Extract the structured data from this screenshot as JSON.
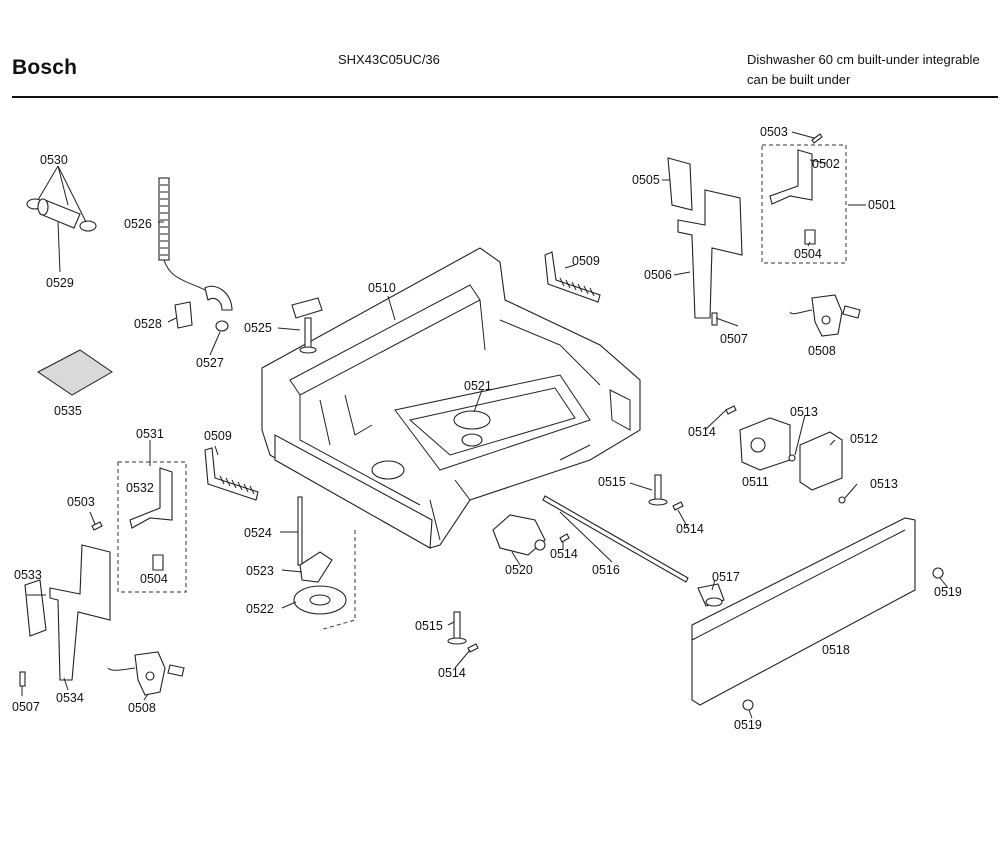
{
  "header": {
    "brand": "Bosch",
    "model": "SHX43C05UC/36",
    "description_line1": "Dishwasher 60 cm built-under integrable",
    "description_line2": "can be built under"
  },
  "labels": {
    "p0530": "0530",
    "p0529": "0529",
    "p0526": "0526",
    "p0528": "0528",
    "p0527": "0527",
    "p0535": "0535",
    "p0525": "0525",
    "p0510": "0510",
    "p0509_top": "0509",
    "p0521": "0521",
    "p0505": "0505",
    "p0506": "0506",
    "p0507_top": "0507",
    "p0503_top": "0503",
    "p0502": "0502",
    "p0501": "0501",
    "p0504_top": "0504",
    "p0508_right": "0508",
    "p0514_a": "0514",
    "p0513_a": "0513",
    "p0512": "0512",
    "p0511": "0511",
    "p0513_b": "0513",
    "p0515_a": "0515",
    "p0514_b": "0514",
    "p0520": "0520",
    "p0514_c": "0514",
    "p0516": "0516",
    "p0517": "0517",
    "p0519_a": "0519",
    "p0518": "0518",
    "p0519_b": "0519",
    "p0515_b": "0515",
    "p0514_d": "0514",
    "p0531": "0531",
    "p0532": "0532",
    "p0509_left": "0509",
    "p0503_left": "0503",
    "p0504_left": "0504",
    "p0524": "0524",
    "p0523": "0523",
    "p0522": "0522",
    "p0533": "0533",
    "p0507_left": "0507",
    "p0534": "0534",
    "p0508_left": "0508"
  }
}
